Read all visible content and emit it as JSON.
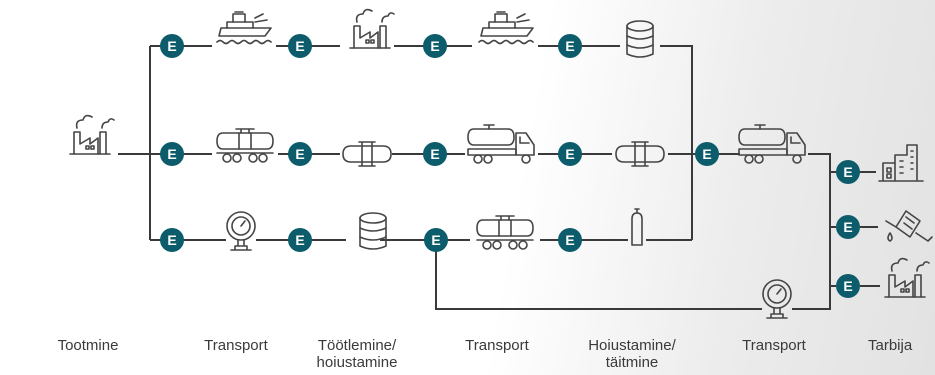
{
  "node_marker": "E",
  "colors": {
    "marker": "#0d5c6b",
    "line": "#3a3a3a",
    "text": "#3a3a3a"
  },
  "icons": {
    "source": "factory-icon",
    "top_row": [
      "ship-icon",
      "factory-icon",
      "ship-icon",
      "storage-tank-icon"
    ],
    "middle_row": [
      "rail-tank-car-icon",
      "pipeline-tank-icon",
      "tanker-truck-icon",
      "pipeline-tank-icon",
      "tanker-truck-icon"
    ],
    "bottom_row": [
      "pressure-gauge-icon",
      "storage-tank-icon",
      "rail-tank-car-icon",
      "gas-cylinder-icon",
      "pressure-gauge-icon"
    ],
    "consumers": [
      "buildings-icon",
      "fuel-nozzle-icon",
      "factory-icon"
    ]
  },
  "labels": [
    {
      "lines": [
        "Tootmine"
      ]
    },
    {
      "lines": [
        "Transport"
      ]
    },
    {
      "lines": [
        "Töötlemine/",
        "hoiustamine"
      ]
    },
    {
      "lines": [
        "Transport"
      ]
    },
    {
      "lines": [
        "Hoiustamine/",
        "täitmine"
      ]
    },
    {
      "lines": [
        "Transport"
      ]
    },
    {
      "lines": [
        "Tarbija"
      ]
    }
  ]
}
